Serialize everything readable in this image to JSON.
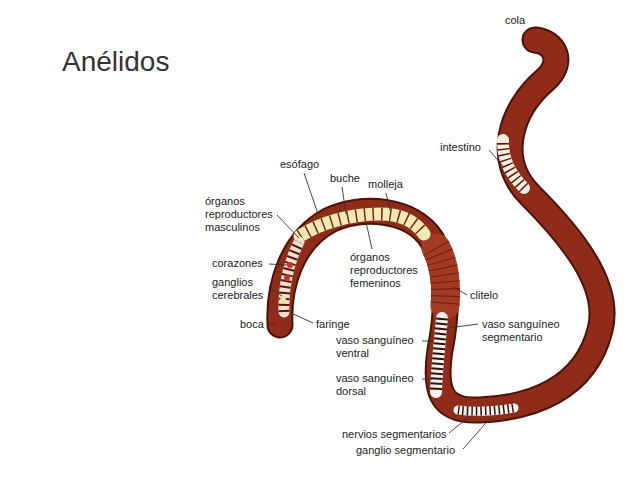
{
  "diagram": {
    "title": "Anélidos",
    "labels": [
      "cola",
      "intestino",
      "esófago",
      "buche",
      "molleja",
      "órganos reproductores masculinos",
      "corazones",
      "ganglios cerebrales",
      "órganos reproductores femeninos",
      "clitelo",
      "boca",
      "faringe",
      "vaso sanguíneo segmentario",
      "vaso sanguíneo ventral",
      "vaso sanguíneo dorsal",
      "nervios segmentarios",
      "ganglio segmentario"
    ]
  }
}
